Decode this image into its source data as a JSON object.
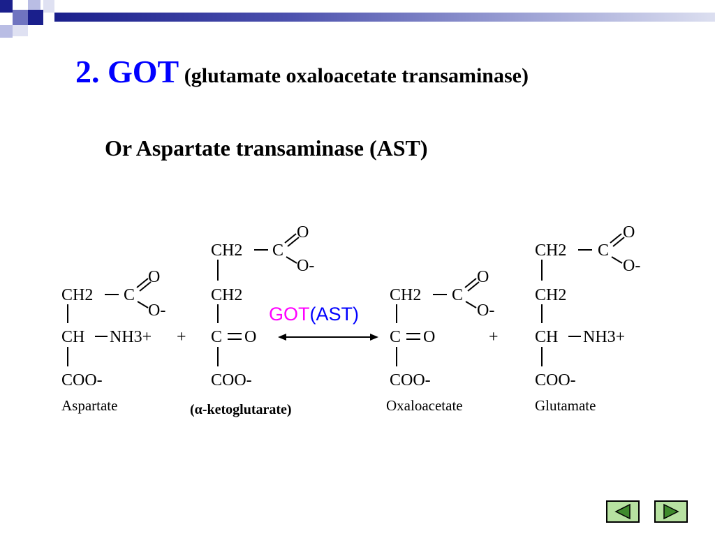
{
  "slide": {
    "title_main": "2.  GOT",
    "title_sub": " (glutamate oxaloacetate transaminase)",
    "subtitle": "Or Aspartate transaminase (AST)"
  },
  "reaction": {
    "enzyme_got": "GOT",
    "enzyme_ast": "(AST)",
    "cosubstrate_note": "(α-ketoglutarate)",
    "plus": "+",
    "molecules": {
      "aspartate": {
        "name": "Aspartate",
        "rows": [
          "CH2",
          "CH",
          "COO-"
        ],
        "side": "NH3+",
        "carboxyl_o_top": "O",
        "carboxyl_o_bottom": "O-",
        "carbon": "C"
      },
      "ketoglutarate": {
        "rows": [
          "CH2",
          "CH2",
          "C",
          "COO-"
        ],
        "keto_o": "O",
        "carboxyl_o_top": "O",
        "carboxyl_o_bottom": "O-",
        "carbon": "C"
      },
      "oxaloacetate": {
        "name": "Oxaloacetate",
        "rows": [
          "CH2",
          "C",
          "COO-"
        ],
        "keto_o": "O",
        "carboxyl_o_top": "O",
        "carboxyl_o_bottom": "O-",
        "carbon": "C"
      },
      "glutamate": {
        "name": "Glutamate",
        "rows": [
          "CH2",
          "CH2",
          "CH",
          "COO-"
        ],
        "side": "NH3+",
        "carboxyl_o_top": "O",
        "carboxyl_o_bottom": "O-",
        "carbon": "C"
      }
    }
  },
  "theme": {
    "title_color": "#0000ff",
    "got_color": "#ff00ff",
    "ast_color": "#0000ff",
    "nav_button_color": "#b7e1a1",
    "topbar_dark": "#1a1f8c"
  },
  "navigation": {
    "prev_icon": "triangle-left-icon",
    "next_icon": "triangle-right-icon"
  }
}
